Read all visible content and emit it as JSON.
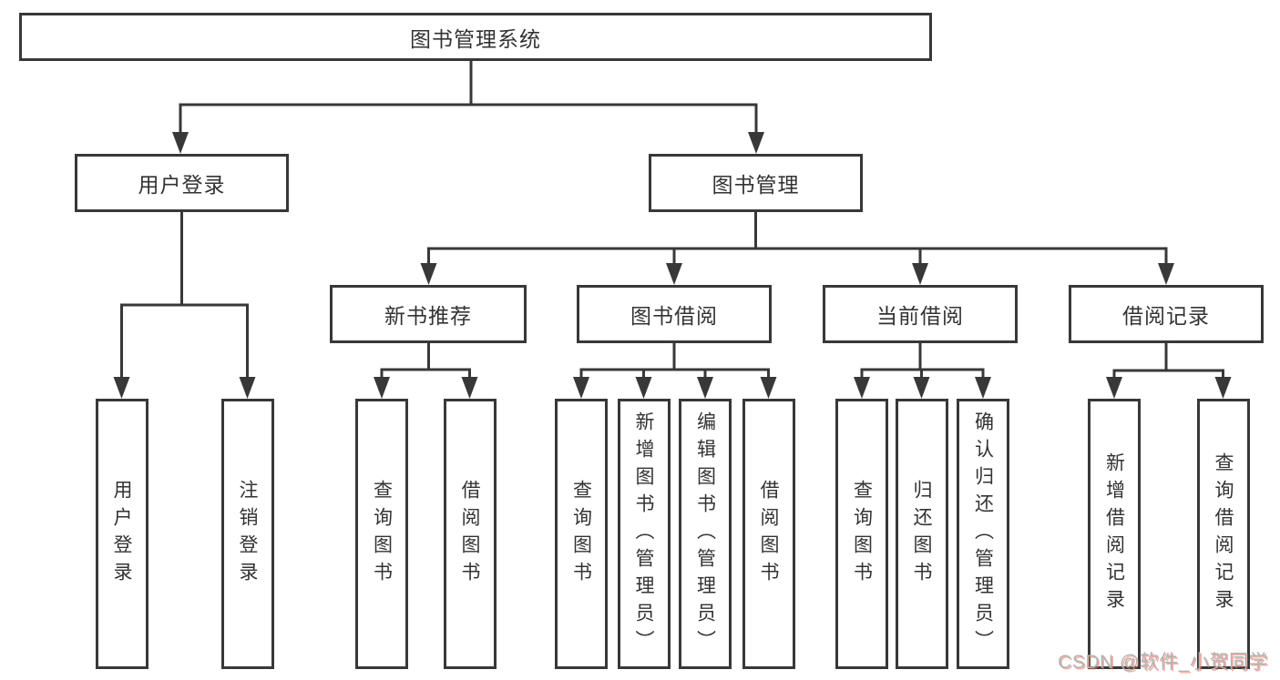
{
  "tree": {
    "root": "图书管理系统",
    "level2": {
      "user_login": "用户登录",
      "book_mgmt": "图书管理"
    },
    "level3": {
      "new_books": "新书推荐",
      "book_borrow": "图书借阅",
      "current_borrow": "当前借阅",
      "borrow_records": "借阅记录"
    },
    "leaves": {
      "user_login": [
        "用户登录",
        "注销登录"
      ],
      "new_books": [
        "查询图书",
        "借阅图书"
      ],
      "book_borrow": [
        "查询图书",
        "新增图书（管理员）",
        "编辑图书（管理员）",
        "借阅图书"
      ],
      "current_borrow": [
        "查询图书",
        "归还图书",
        "确认归还（管理员）"
      ],
      "borrow_records": [
        "新增借阅记录",
        "查询借阅记录"
      ]
    }
  },
  "watermark": "CSDN @软件_小贺同学",
  "colors": {
    "line": "#383838",
    "text": "#333333",
    "background": "#ffffff",
    "watermark_gray": "#b3b3b3",
    "watermark_shadow": "#eb6e5a"
  }
}
